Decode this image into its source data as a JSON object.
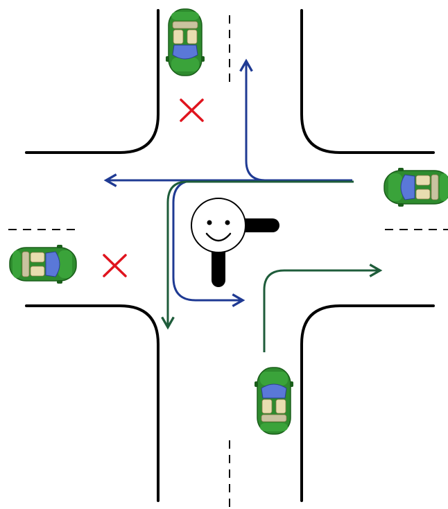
{
  "colors": {
    "background": "#ffffff",
    "road_edge": "#000000",
    "blue_route": "#1f3a93",
    "green_route": "#1e5c3a",
    "car_body": "#2e8b2e",
    "car_body_dark": "#1f6b1f",
    "windshield": "#5a78d8",
    "seats": "#e8ddb0",
    "cross_mark": "#e0141e",
    "officer_face": "#ffffff",
    "officer_arm": "#000000"
  },
  "icons": {
    "car": "car-top-view-icon",
    "forbidden": "red-cross-icon",
    "officer": "traffic-officer-smiley-icon"
  },
  "cars": [
    {
      "id": "north",
      "heading": "south",
      "stopped": true
    },
    {
      "id": "west",
      "heading": "east",
      "stopped": true
    },
    {
      "id": "east",
      "heading": "west",
      "stopped": false
    },
    {
      "id": "south",
      "heading": "north",
      "stopped": false
    }
  ],
  "routes": [
    {
      "from": "east",
      "to": "north",
      "color": "blue",
      "turn": "right"
    },
    {
      "from": "east",
      "to": "west",
      "color": "blue",
      "turn": "straight"
    },
    {
      "from": "east",
      "to": "south",
      "color": "green",
      "turn": "left"
    },
    {
      "from": "east",
      "to": "east-exit",
      "color": "blue",
      "turn": "u-turn"
    },
    {
      "from": "south",
      "to": "east",
      "color": "green",
      "turn": "right"
    }
  ]
}
